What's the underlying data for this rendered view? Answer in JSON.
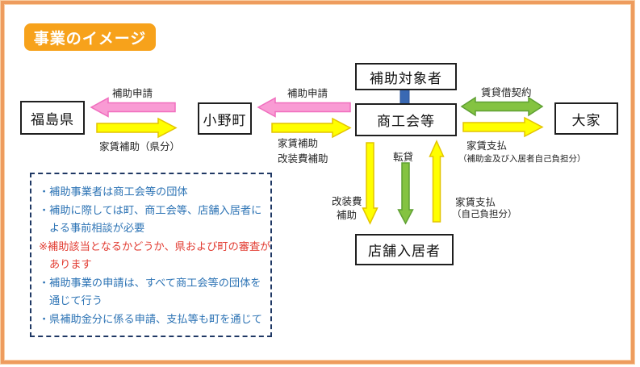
{
  "title": {
    "text": "事業のイメージ"
  },
  "nodes": {
    "fukushima": "福島県",
    "onomachi": "小野町",
    "hojo_taishosha": "補助対象者",
    "shokokai": "商工会等",
    "oya": "大家",
    "tenpo_nyukyosha": "店舗入居者"
  },
  "arrow_labels": {
    "hojo_shinsei_left": "補助申請",
    "yachin_hojo_ken": "家賃補助（県分）",
    "hojo_shinsei_mid": "補助申請",
    "yachin_hojo": "家賃補助",
    "kaisohi_hojo": "改装費補助",
    "chintaishaku_keiyaku": "賃貸借契約",
    "yachin_shiharai": "家賃支払",
    "yachin_shiharai_detail": "（補助金及び入居者自己負担分）",
    "kaisohi_line1": "改装費",
    "kaisohi_line2": "補助",
    "tentai": "転貸",
    "yachin_jiko_line1": "家賃支払",
    "yachin_jiko_line2": "（自己負担分）"
  },
  "notes": {
    "lines": [
      {
        "text": "・補助事業者は商工会等の団体",
        "color": "#2E74B5"
      },
      {
        "text": "・補助に際しては町、商工会等、店舗入居者に",
        "color": "#2E74B5"
      },
      {
        "text": "よる事前相談が必要",
        "color": "#2E74B5"
      },
      {
        "text": "※補助該当となるかどうか、県および町の審査が",
        "color": "#E23D33"
      },
      {
        "text": "あります",
        "color": "#E23D33"
      },
      {
        "text": "・補助事業の申請は、すべて商工会等の団体を",
        "color": "#2E74B5"
      },
      {
        "text": "通じて行う",
        "color": "#2E74B5"
      },
      {
        "text": "・県補助金分に係る申請、支払等も町を通じて",
        "color": "#2E74B5"
      }
    ]
  },
  "colors": {
    "frame_border": "#EE9C5E",
    "title_bg": "#F7A21B",
    "arrow_pink": "#F99BD4",
    "arrow_pink_stroke": "#F06EBE",
    "arrow_yellow": "#FFFF00",
    "arrow_yellow_stroke": "#E3C400",
    "arrow_green": "#84C341",
    "arrow_green_stroke": "#5FA033",
    "connector_blue": "#3A69B3",
    "note_border": "#1F3864",
    "note_text_blue": "#2E74B5",
    "note_text_red": "#E23D33"
  }
}
